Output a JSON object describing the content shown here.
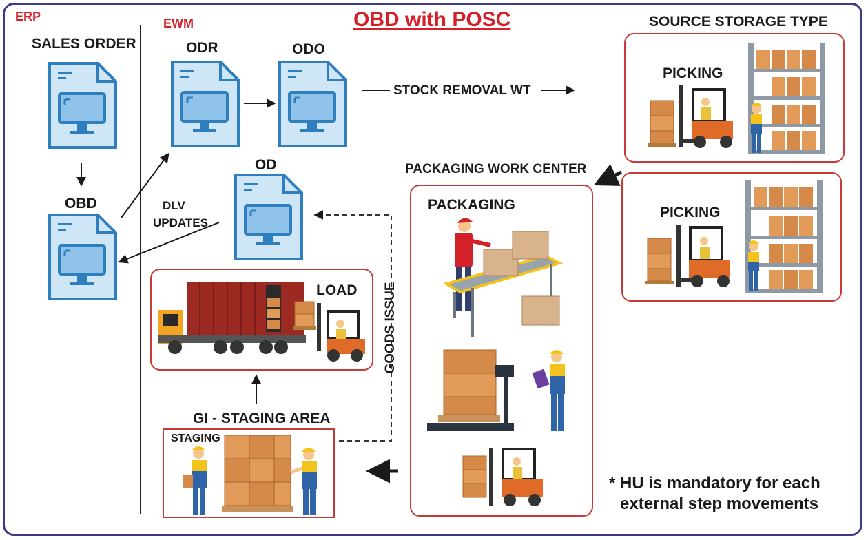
{
  "title": "OBD with POSC",
  "sections": {
    "erp": "ERP",
    "ewm": "EWM"
  },
  "documents": {
    "sales_order": "SALES ORDER",
    "obd": "OBD",
    "odr": "ODR",
    "odo": "ODO",
    "od": "OD"
  },
  "flow_labels": {
    "stock_removal": "STOCK REMOVAL WT",
    "dlv_updates_1": "DLV",
    "dlv_updates_2": "UPDATES",
    "goods_issue": "GOODS ISSUE"
  },
  "areas": {
    "source_storage_type": "SOURCE STORAGE TYPE",
    "picking_1": "PICKING",
    "picking_2": "PICKING",
    "packaging_work_center": "PACKAGING WORK CENTER",
    "packaging": "PACKAGING",
    "load": "LOAD",
    "gi_staging_area": "GI - STAGING AREA",
    "staging": "STAGING"
  },
  "note": {
    "line1": "* HU is mandatory for each",
    "line2": "external step movements"
  },
  "colors": {
    "border": "#3d3a8a",
    "accent_red": "#d32029",
    "box_border": "#c73a3a",
    "doc_blue": "#2f7fbf",
    "doc_fill": "#cfe6f7",
    "box_brown": "#d58a4a",
    "forklift_orange": "#e06a28"
  }
}
